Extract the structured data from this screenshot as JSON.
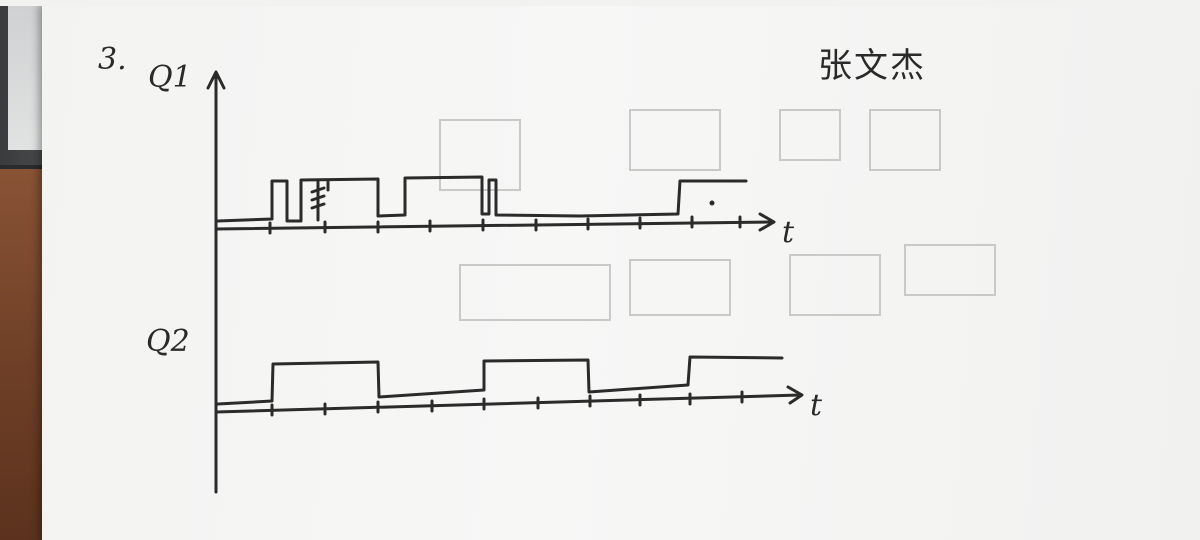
{
  "problem": {
    "number": "3."
  },
  "author": {
    "name": "张文杰"
  },
  "waveforms": [
    {
      "label": "Q1",
      "axis_label": "t"
    },
    {
      "label": "Q2",
      "axis_label": "t"
    }
  ],
  "colors": {
    "ink": "#2b2b2b",
    "paper": "#f5f5f4",
    "desk": "#7a4a2e"
  }
}
